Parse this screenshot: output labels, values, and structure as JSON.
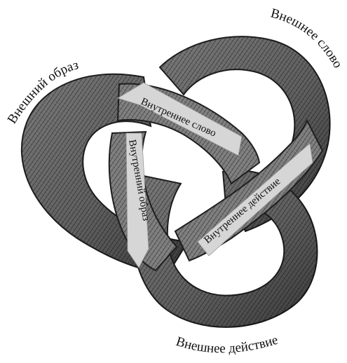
{
  "labels": {
    "outer_image": "Внешний   образ",
    "outer_word": "Внешнее   слово",
    "outer_action": "Внешнее   действие",
    "inner_word": "Внутреннее слово",
    "inner_image": "Внутренний образ",
    "inner_action": "Внутреннее действие"
  },
  "colors": {
    "tube_dark": "#2a2a2a",
    "tube_mid": "#6e6e6e",
    "tube_light": "#c4c4c4",
    "band_fill": "#d6d6d6",
    "text": "#111111"
  }
}
